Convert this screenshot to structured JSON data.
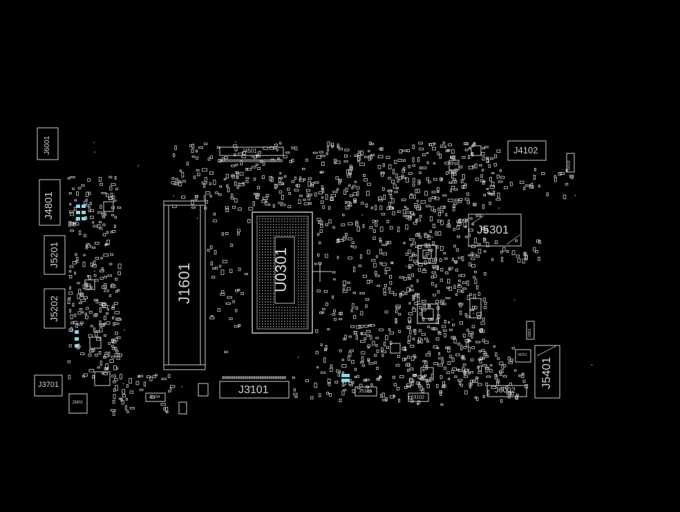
{
  "designators": {
    "J6001": "J6001",
    "J4801": "J4801",
    "J5201": "J5201",
    "J5202": "J5202",
    "J3701": "J3701",
    "J3801": "J3801",
    "J1601": "J1601",
    "J4501": "J4501",
    "U0301": "U0301",
    "J3101": "J3101",
    "J3104": "J3104",
    "J5101": "J5101",
    "J3102": "J3102",
    "J4102": "J4102",
    "J5301": "J5301",
    "J6002": "J6002",
    "J5401": "J5401",
    "J6201": "J6201",
    "J3801b": "J3801",
    "J4103": "J4103"
  },
  "colors": {
    "background": "#000000",
    "outline": "#cfcfcf",
    "accent": "#e6c8d2",
    "via": "#2aa08a"
  }
}
